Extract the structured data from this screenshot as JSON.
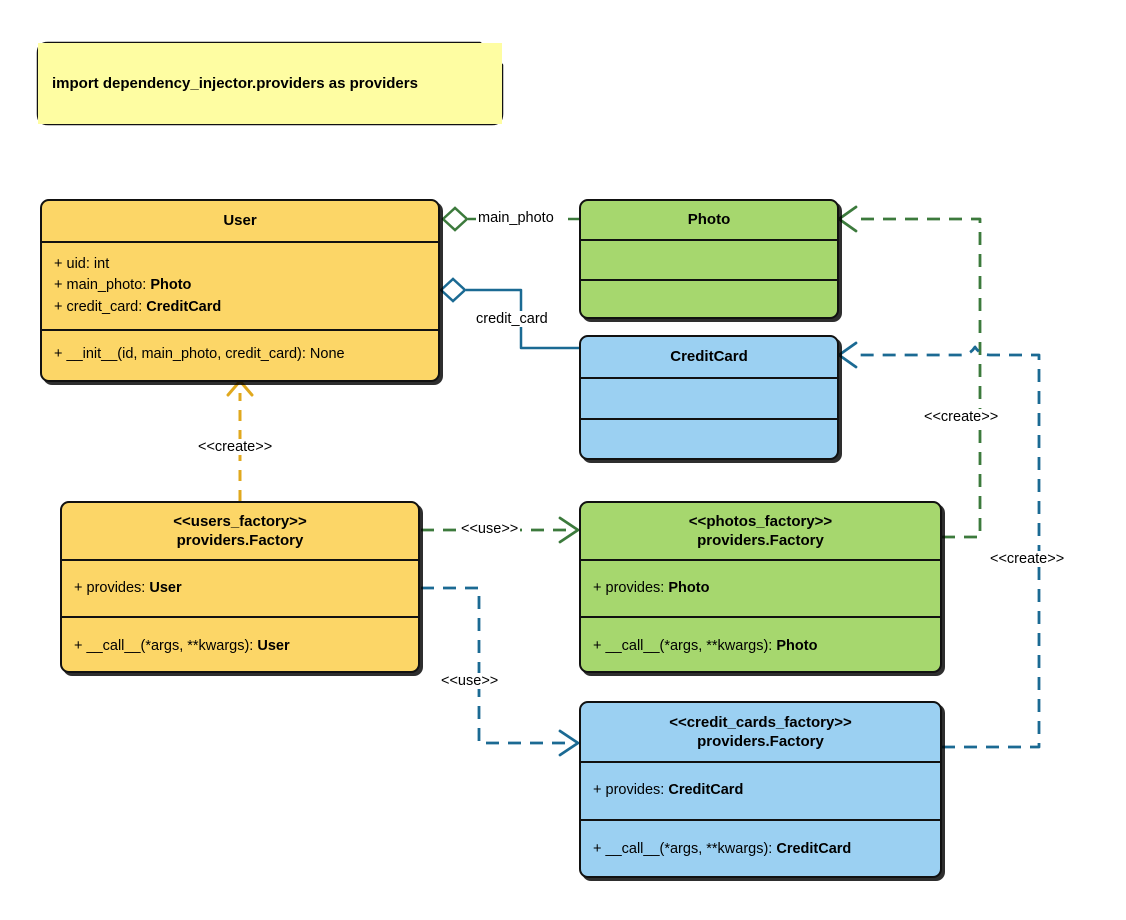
{
  "diagram": {
    "title": "Dependency Injector factories UML class diagram",
    "type": "uml-class-diagram",
    "colors": {
      "yellow_fill": "#FCD667",
      "green_fill": "#A6D76E",
      "blue_fill": "#9BD0F2",
      "note_fill": "#FEFDA2",
      "border": "#111111",
      "green_edge": "#3C7A3C",
      "blue_edge": "#1B6A93",
      "yellow_edge": "#E0A81E",
      "background": "#FFFFFF"
    }
  },
  "note": {
    "text": "import dependency_injector.providers as providers"
  },
  "classes": {
    "user": {
      "name": "User",
      "attributes": [
        {
          "visibility": "+",
          "label": "uid: ",
          "type": "int",
          "type_bold": false
        },
        {
          "visibility": "+",
          "label": "main_photo: ",
          "type": "Photo",
          "type_bold": true
        },
        {
          "visibility": "+",
          "label": "credit_card: ",
          "type": "CreditCard",
          "type_bold": true
        }
      ],
      "methods": [
        {
          "visibility": "+",
          "label": "__init__(id, main_photo, credit_card): None"
        }
      ]
    },
    "photo": {
      "name": "Photo",
      "attributes": [],
      "methods": []
    },
    "credit_card": {
      "name": "CreditCard",
      "attributes": [],
      "methods": []
    },
    "users_factory": {
      "stereotype": "<<users_factory>>",
      "name": "providers.Factory",
      "attributes": [
        {
          "visibility": "+",
          "label": "provides: ",
          "type": "User",
          "type_bold": true
        }
      ],
      "methods": [
        {
          "visibility": "+",
          "label": "__call__(*args, **kwargs): ",
          "type": "User",
          "type_bold": true
        }
      ]
    },
    "photos_factory": {
      "stereotype": "<<photos_factory>>",
      "name": "providers.Factory",
      "attributes": [
        {
          "visibility": "+",
          "label": "provides: ",
          "type": "Photo",
          "type_bold": true
        }
      ],
      "methods": [
        {
          "visibility": "+",
          "label": "__call__(*args, **kwargs): ",
          "type": "Photo",
          "type_bold": true
        }
      ]
    },
    "credit_cards_factory": {
      "stereotype": "<<credit_cards_factory>>",
      "name": "providers.Factory",
      "attributes": [
        {
          "visibility": "+",
          "label": "provides: ",
          "type": "CreditCard",
          "type_bold": true
        }
      ],
      "methods": [
        {
          "visibility": "+",
          "label": "__call__(*args, **kwargs): ",
          "type": "CreditCard",
          "type_bold": true
        }
      ]
    }
  },
  "edges": {
    "main_photo": {
      "label": "main_photo",
      "kind": "aggregation",
      "from": "User",
      "to": "Photo",
      "color": "#3C7A3C"
    },
    "credit_card": {
      "label": "credit_card",
      "kind": "aggregation",
      "from": "User",
      "to": "CreditCard",
      "color": "#1B6A93"
    },
    "users_create": {
      "label": "<<create>>",
      "kind": "dashed-create",
      "from": "users_factory",
      "to": "User",
      "color": "#E0A81E"
    },
    "use_photos": {
      "label": "<<use>>",
      "kind": "dashed-use",
      "from": "users_factory",
      "to": "photos_factory",
      "color": "#3C7A3C"
    },
    "use_credit_cards": {
      "label": "<<use>>",
      "kind": "dashed-use",
      "from": "users_factory",
      "to": "credit_cards_factory",
      "color": "#1B6A93"
    },
    "photos_create": {
      "label": "<<create>>",
      "kind": "dashed-create",
      "from": "photos_factory",
      "to": "Photo",
      "color": "#3C7A3C"
    },
    "credit_cards_create": {
      "label": "<<create>>",
      "kind": "dashed-create",
      "from": "credit_cards_factory",
      "to": "CreditCard",
      "color": "#1B6A93"
    }
  }
}
